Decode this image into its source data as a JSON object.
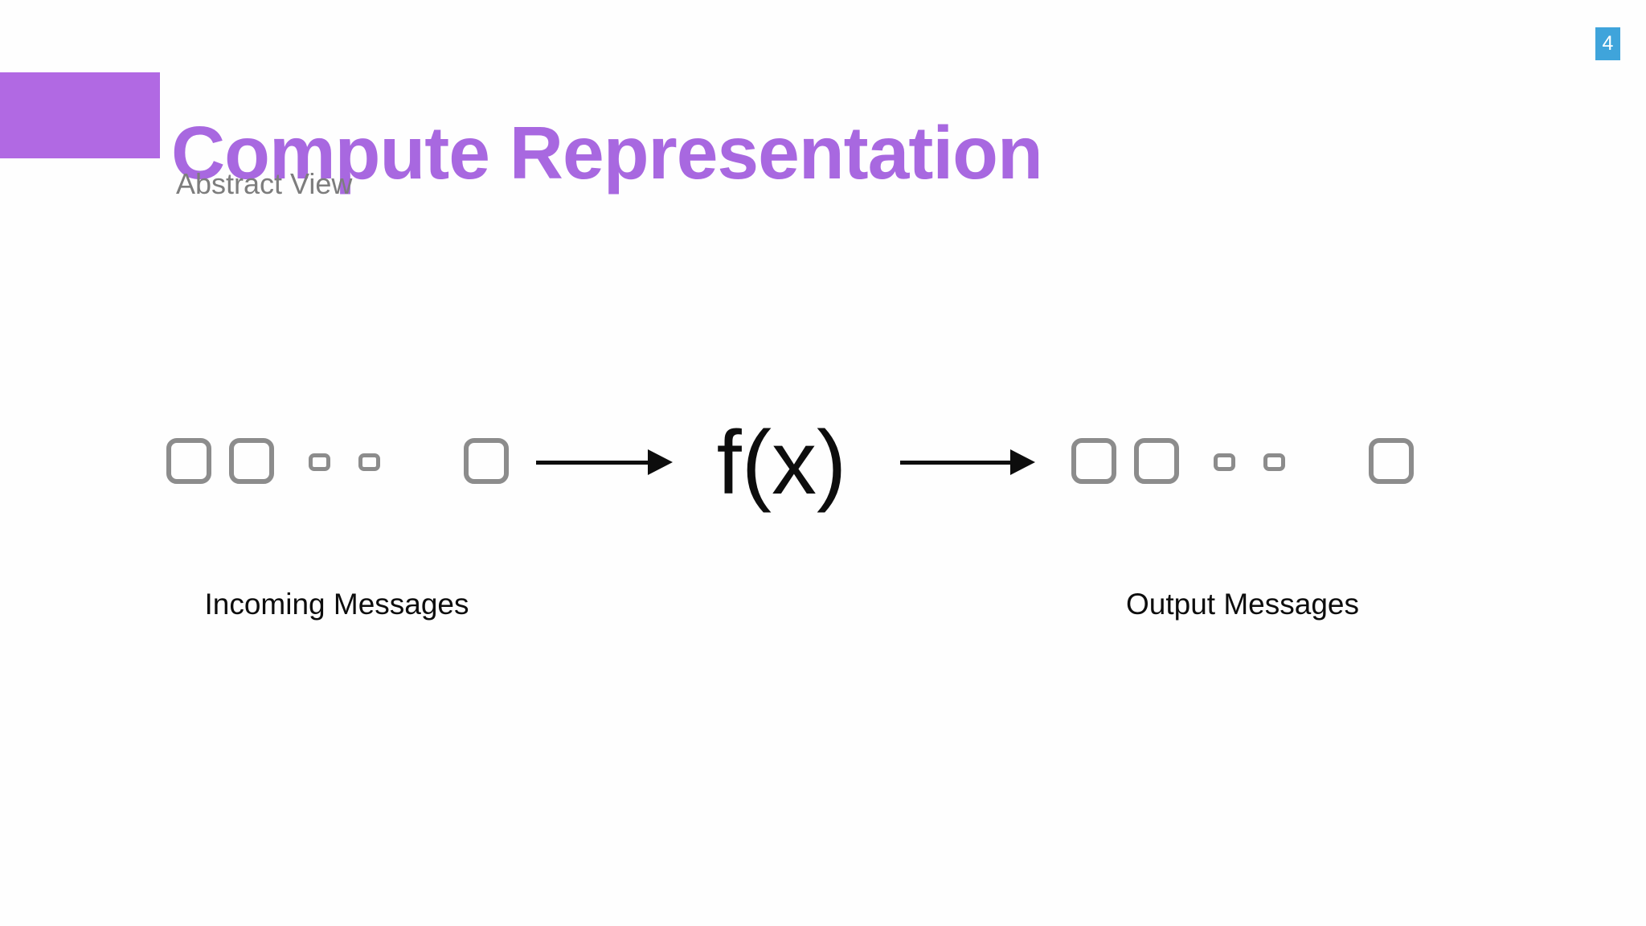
{
  "slide": {
    "page_number": "4",
    "title": "Compute Representation",
    "subtitle": "Abstract View",
    "diagram": {
      "function_label": "f(x)",
      "incoming_label": "Incoming Messages",
      "output_label": "Output Messages",
      "left_group_pattern": [
        "large",
        "large",
        "small",
        "small",
        "large"
      ],
      "right_group_pattern": [
        "large",
        "large",
        "small",
        "small",
        "large"
      ]
    },
    "colors": {
      "accent_bar": "#B169E3",
      "title": "#A868E0",
      "subtitle": "#7D7D7D",
      "page_badge": "#3FA4DB",
      "square_outline": "#8C8C8C",
      "diagram_ink": "#0D0D0D"
    }
  }
}
